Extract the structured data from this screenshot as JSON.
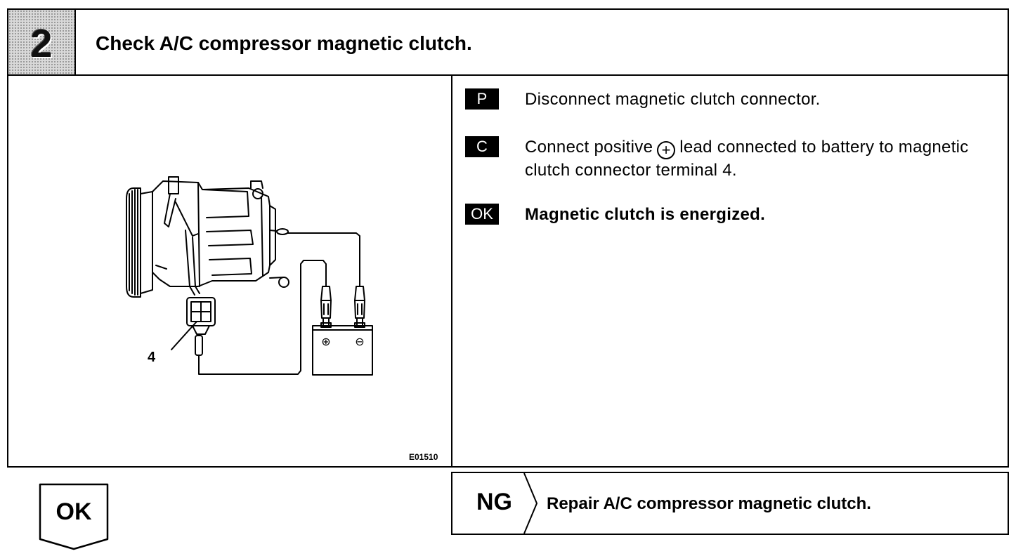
{
  "step": {
    "number": "2",
    "title": "Check A/C compressor magnetic clutch."
  },
  "diagram": {
    "terminal_label": "4",
    "figure_code": "E01510",
    "battery_plus": "⊕",
    "battery_minus": "⊖"
  },
  "instructions": [
    {
      "badge": "P",
      "text": "Disconnect magnetic clutch connector."
    },
    {
      "badge": "C",
      "text_before": "Connect positive",
      "symbol": "+",
      "text_after": "lead connected to battery to magnetic clutch connector terminal 4."
    },
    {
      "badge": "OK",
      "text": "Magnetic clutch is energized."
    }
  ],
  "results": {
    "ok_label": "OK",
    "ng_label": "NG",
    "ng_action": "Repair A/C compressor magnetic clutch."
  }
}
